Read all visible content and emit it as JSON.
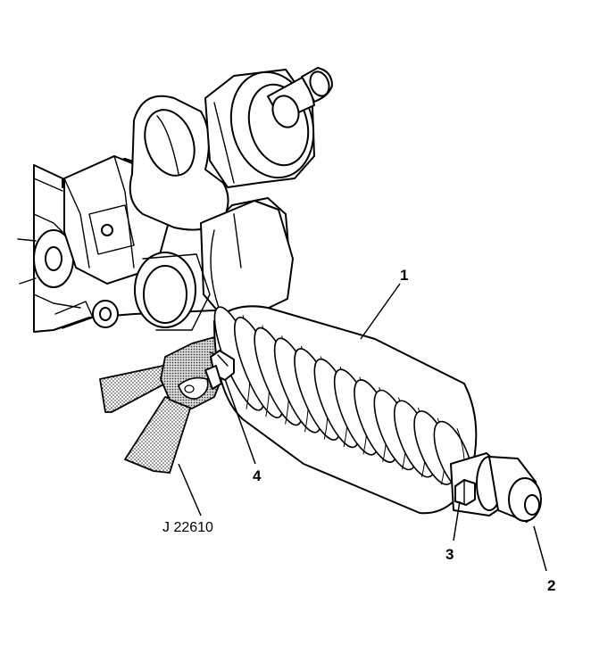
{
  "labels": {
    "boot": "1",
    "tie_rod_end": "2",
    "jam_nut": "3",
    "clamp": "4",
    "tool": "J 22610"
  },
  "icons": [
    "steering-gear-housing",
    "rack-boot",
    "boot-clamp",
    "clamp-pliers-tool",
    "tie-rod-shaft"
  ],
  "colors": {
    "line": "#000000",
    "background": "#ffffff",
    "tool_shading": "#9a9a9a"
  }
}
